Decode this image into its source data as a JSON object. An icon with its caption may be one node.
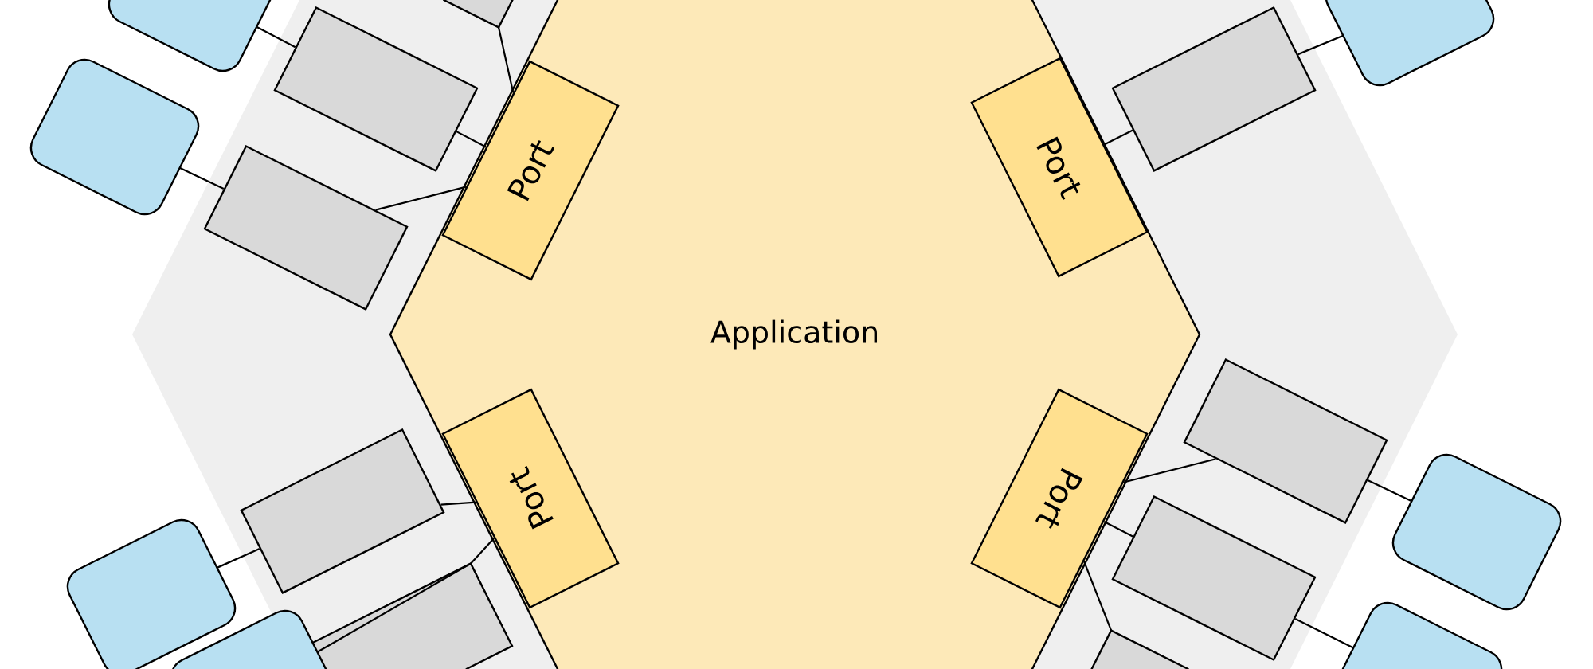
{
  "diagram": {
    "nodes": [
      {
        "text": [
          "Application"
        ]
      },
      {
        "text": [
          "Port"
        ],
        "in": 0
      },
      {
        "text": [
          "Port"
        ],
        "in": 0
      },
      {
        "text": [
          "Port"
        ],
        "in": 0
      },
      {
        "text": [
          "Port"
        ],
        "in": 0
      },
      {
        "text": [],
        "shape": "rectangle"
      },
      {
        "text": [],
        "shape": "box"
      },
      {
        "text": [],
        "shape": "box"
      },
      {
        "text": [],
        "shape": "rectangle"
      },
      {
        "text": [],
        "shape": "rectangle"
      },
      {
        "text": [],
        "shape": "box"
      },
      {
        "text": [],
        "shape": "rectangle"
      },
      {
        "text": [],
        "shape": "rectangle"
      },
      {
        "text": [],
        "shape": "rectangle"
      },
      {
        "text": [],
        "shape": "box"
      },
      {
        "text": [],
        "shape": "rectangle"
      },
      {
        "text": [],
        "shape": "box"
      },
      {
        "text": [],
        "shape": "rectangle"
      },
      {
        "text": [],
        "shape": "box"
      },
      {
        "text": [],
        "shape": "box"
      },
      {
        "text": [],
        "shape": "rectangle"
      }
    ],
    "edges": [
      {
        "from": 5,
        "to": 1,
        "arrow": "none"
      },
      {
        "from": 8,
        "to": 1,
        "arrow": "none"
      },
      {
        "from": 11,
        "to": 1,
        "arrow": "none"
      },
      {
        "from": 9,
        "to": 2,
        "arrow": "none"
      },
      {
        "from": 13,
        "to": 3,
        "arrow": "none"
      },
      {
        "from": 17,
        "to": 3,
        "arrow": "none"
      },
      {
        "from": 12,
        "to": 4,
        "arrow": "none"
      },
      {
        "from": 15,
        "to": 4,
        "arrow": "none"
      },
      {
        "from": 20,
        "to": 4,
        "arrow": "none"
      },
      {
        "from": 6,
        "to": 8,
        "arrow": "none"
      },
      {
        "from": 10,
        "to": 11,
        "arrow": "none"
      },
      {
        "from": 7,
        "to": 9,
        "arrow": "none"
      },
      {
        "from": 16,
        "to": 13,
        "arrow": "none"
      },
      {
        "from": 19,
        "to": 17,
        "arrow": "none"
      },
      {
        "from": 14,
        "to": 12,
        "arrow": "none"
      },
      {
        "from": 18,
        "to": 15,
        "arrow": "none"
      }
    ]
  }
}
